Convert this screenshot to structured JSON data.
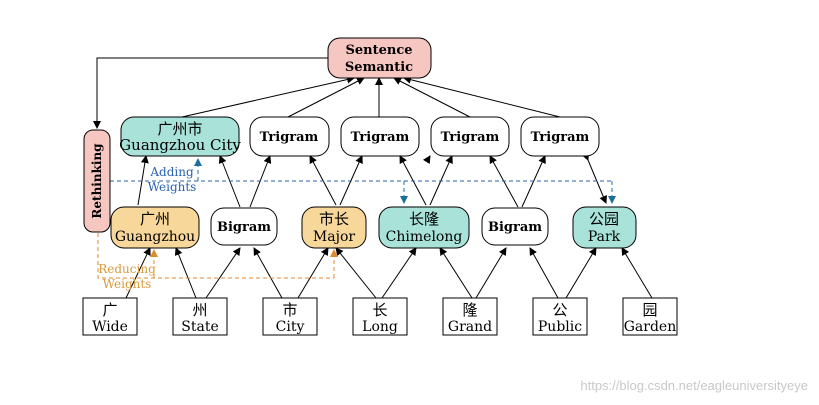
{
  "colors": {
    "sentence_fill": "#f6c6c1",
    "rethinking_fill": "#f6c6c1",
    "teal_fill": "#a8e2d9",
    "orange_fill": "#f7d79a",
    "white_fill": "#ffffff",
    "stroke": "#000000",
    "adding_color": "#2a62b0",
    "reducing_color": "#d89a3a",
    "adding_arrow": "#1f6f9e",
    "reducing_arrow": "#e08a2a",
    "watermark": "#c8c8c8"
  },
  "sentence": {
    "line1": "Sentence",
    "line2": "Semantic"
  },
  "rethinking": {
    "label": "Rethinking"
  },
  "trigram_row": {
    "guangzhou_city": {
      "zh": "广州市",
      "en": "Guangzhou City"
    },
    "trigram_label": "Trigram"
  },
  "word_row": {
    "guangzhou": {
      "zh": "广州",
      "en": "Guangzhou"
    },
    "bigram_label": "Bigram",
    "major": {
      "zh": "市长",
      "en": "Major"
    },
    "chimelong": {
      "zh": "长隆",
      "en": "Chimelong"
    },
    "park": {
      "zh": "公园",
      "en": "Park"
    }
  },
  "chars": [
    {
      "zh": "广",
      "en": "Wide"
    },
    {
      "zh": "州",
      "en": "State"
    },
    {
      "zh": "市",
      "en": "City"
    },
    {
      "zh": "长",
      "en": "Long"
    },
    {
      "zh": "隆",
      "en": "Grand"
    },
    {
      "zh": "公",
      "en": "Public"
    },
    {
      "zh": "园",
      "en": "Garden"
    }
  ],
  "annotations": {
    "adding_line1": "Adding",
    "adding_line2": "Weights",
    "reducing_line1": "Reducing",
    "reducing_line2": "Weights"
  },
  "watermark": "https://blog.csdn.net/eagleuniversityeye"
}
